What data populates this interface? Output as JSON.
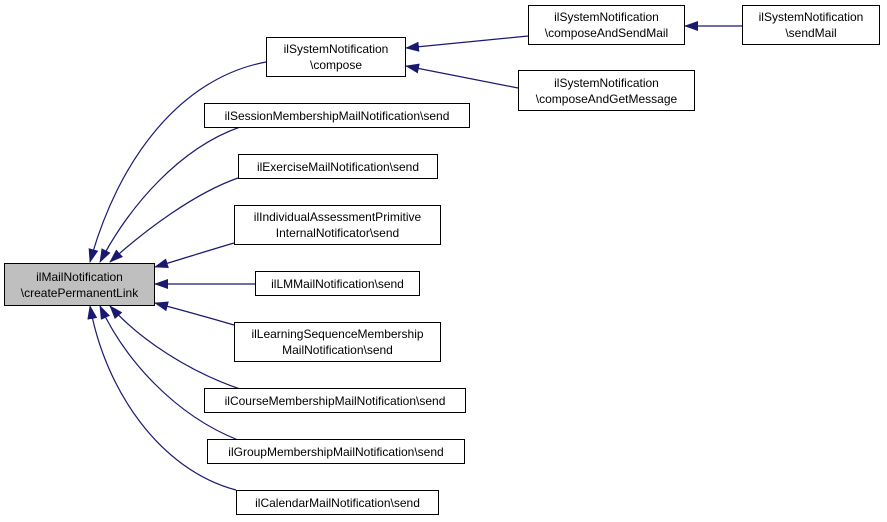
{
  "colors": {
    "edge": "#191970",
    "node_border": "#000000",
    "node_fill": "#ffffff",
    "focus_fill": "#bfbfbf"
  },
  "nodes": {
    "focus": {
      "line1": "ilMailNotification",
      "line2": "\\createPermanentLink"
    },
    "compose": {
      "line1": "ilSystemNotification",
      "line2": "\\compose"
    },
    "compose_and_send_mail": {
      "line1": "ilSystemNotification",
      "line2": "\\composeAndSendMail"
    },
    "send_mail": {
      "line1": "ilSystemNotification",
      "line2": "\\sendMail"
    },
    "compose_and_get_message": {
      "line1": "ilSystemNotification",
      "line2": "\\composeAndGetMessage"
    },
    "session_membership": {
      "line1": "ilSessionMembershipMailNotification\\send"
    },
    "exercise": {
      "line1": "ilExerciseMailNotification\\send"
    },
    "individual_assessment": {
      "line1": "ilIndividualAssessmentPrimitive",
      "line2": "InternalNotificator\\send"
    },
    "lm": {
      "line1": "ilLMMailNotification\\send"
    },
    "learning_sequence": {
      "line1": "ilLearningSequenceMembership",
      "line2": "MailNotification\\send"
    },
    "course_membership": {
      "line1": "ilCourseMembershipMailNotification\\send"
    },
    "group_membership": {
      "line1": "ilGroupMembershipMailNotification\\send"
    },
    "calendar": {
      "line1": "ilCalendarMailNotification\\send"
    }
  }
}
